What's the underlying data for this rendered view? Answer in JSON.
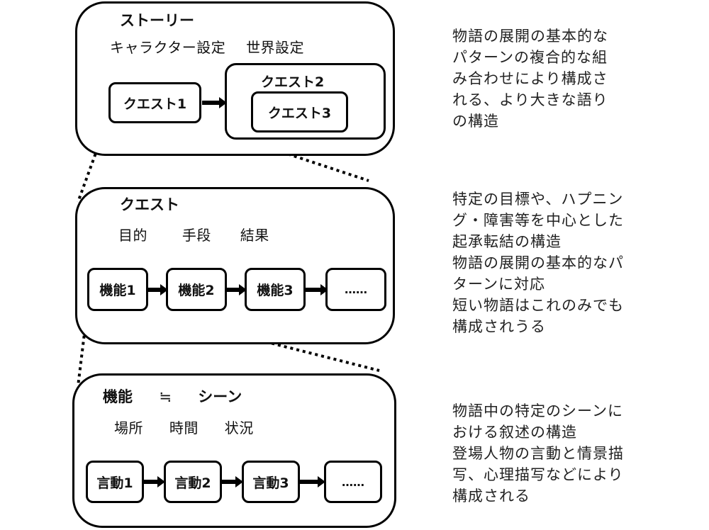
{
  "story": {
    "title": "ストーリー",
    "props": [
      "キャラクター設定",
      "世界設定"
    ],
    "quest1": "クエスト1",
    "quest2": "クエスト2",
    "quest3": "クエスト3",
    "description": "物語の展開の基本的な\nパターンの複合的な組\nみ合わせにより構成さ\nれる、より大きな語り\nの構造"
  },
  "quest": {
    "title": "クエスト",
    "props": [
      "目的",
      "手段",
      "結果"
    ],
    "functions": [
      "機能1",
      "機能2",
      "機能3",
      "……"
    ],
    "description": "特定の目標や、ハプニン\nグ・障害等を中心とした\n起承転結の構造\n物語の展開の基本的なパ\nターンに対応\n短い物語はこれのみでも\n構成されうる"
  },
  "scene": {
    "title_left": "機能",
    "title_mid": "≒",
    "title_right": "シーン",
    "props": [
      "場所",
      "時間",
      "状況"
    ],
    "actions": [
      "言動1",
      "言動2",
      "言動3",
      "……"
    ],
    "description": "物語中の特定のシーンに\nおける叙述の構造\n登場人物の言動と情景描\n写、心理描写などにより\n構成される"
  }
}
